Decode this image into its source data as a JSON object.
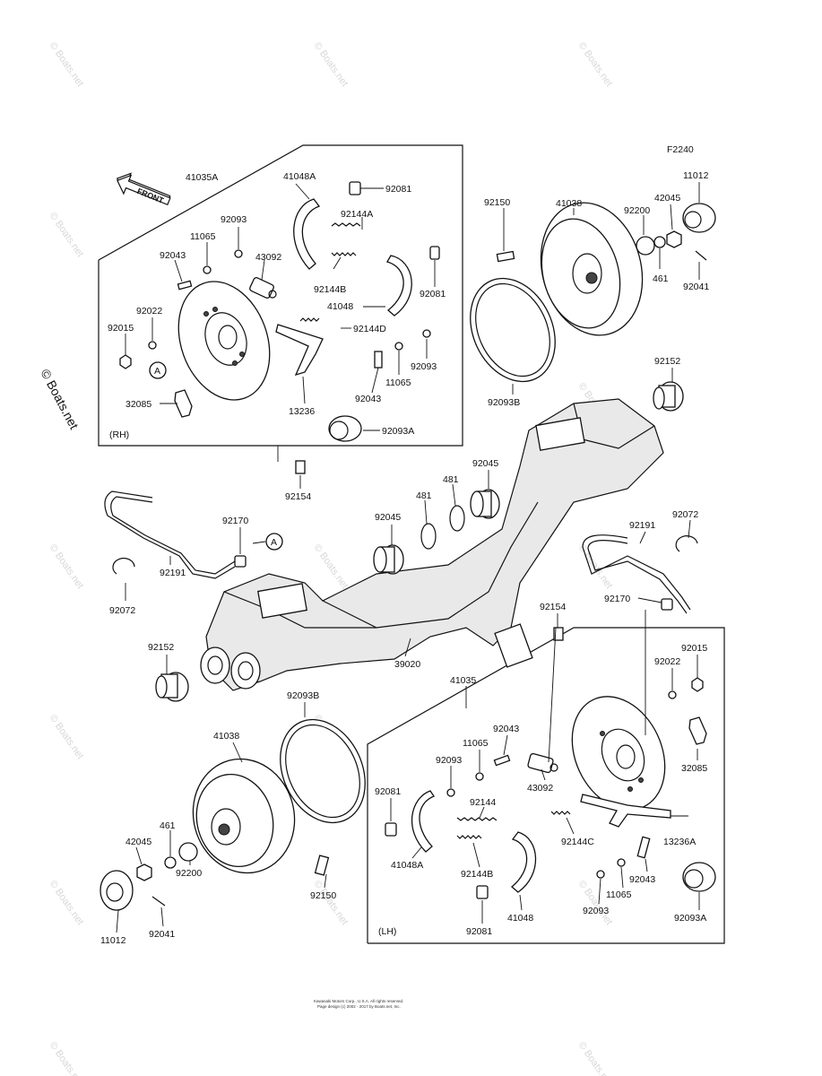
{
  "diagram": {
    "figure_code": "F2240",
    "front_marker": "FRONT",
    "side_rh": "(RH)",
    "side_lh": "(LH)",
    "ref_mark": "A",
    "watermark": "© Boats.net",
    "copyright_line_1": "Kawasaki Motors Corp., U.S.A. All rights reserved.",
    "copyright_line_2": "Page design (c) 2002 - 2017 by Boats.net, Inc."
  },
  "labels": {
    "rh_41035A": "41035A",
    "rh_41048A": "41048A",
    "rh_92081a": "92081",
    "rh_92093a": "92093",
    "rh_92144A": "92144A",
    "rh_11065a": "11065",
    "rh_92043a": "92043",
    "rh_43092": "43092",
    "rh_92144B": "92144B",
    "rh_92081b": "92081",
    "rh_41048": "41048",
    "rh_92022": "92022",
    "rh_92144D": "92144D",
    "rh_92015": "92015",
    "rh_92093b": "92093",
    "rh_11065b": "11065",
    "rh_92043b": "92043",
    "rh_32085": "32085",
    "rh_13236": "13236",
    "rh_92093A": "92093A",
    "tr_11012": "11012",
    "tr_41038": "41038",
    "tr_42045": "42045",
    "tr_92200": "92200",
    "tr_92150": "92150",
    "tr_461": "461",
    "tr_92041": "92041",
    "tr_92152": "92152",
    "tr_92093B": "92093B",
    "m_92154a": "92154",
    "m_92045a": "92045",
    "m_481a": "481",
    "m_481b": "481",
    "m_92045b": "92045",
    "m_92170a": "92170",
    "m_92191a": "92191",
    "m_92072a": "92072",
    "m_92072b": "92072",
    "m_92191b": "92191",
    "m_92170b": "92170",
    "m_92154b": "92154",
    "m_92152": "92152",
    "m_39020": "39020",
    "m_41035": "41035",
    "bl_92093B": "92093B",
    "bl_41038": "41038",
    "bl_461": "461",
    "bl_42045": "42045",
    "bl_92200": "92200",
    "bl_92150": "92150",
    "bl_11012": "11012",
    "bl_92041": "92041",
    "lh_92015": "92015",
    "lh_92022": "92022",
    "lh_92043a": "92043",
    "lh_11065a": "11065",
    "lh_92093a": "92093",
    "lh_92081a": "92081",
    "lh_43092": "43092",
    "lh_32085": "32085",
    "lh_92144": "92144",
    "lh_41048A": "41048A",
    "lh_92144C": "92144C",
    "lh_13236A": "13236A",
    "lh_92144B": "92144B",
    "lh_92043b": "92043",
    "lh_11065b": "11065",
    "lh_41048": "41048",
    "lh_92093b": "92093",
    "lh_92081b": "92081",
    "lh_92093A": "92093A"
  }
}
